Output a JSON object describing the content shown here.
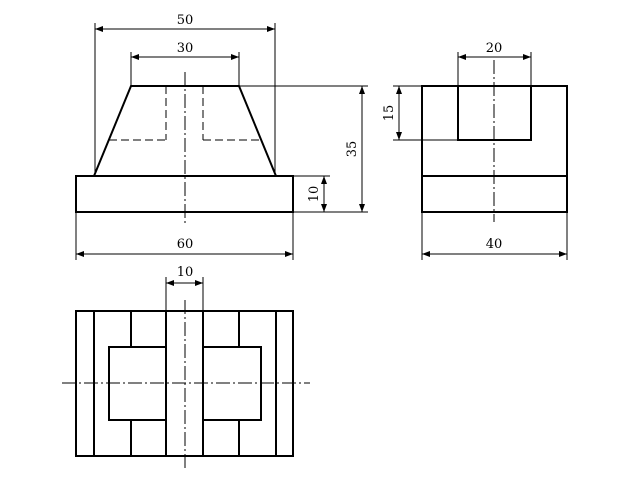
{
  "dimensions": {
    "front_top_width": "50",
    "front_inner_width": "30",
    "front_base_width": "60",
    "front_height": "35",
    "front_base_height": "10",
    "side_slot_width": "20",
    "side_slot_depth": "15",
    "side_depth": "40",
    "top_gap": "10"
  }
}
